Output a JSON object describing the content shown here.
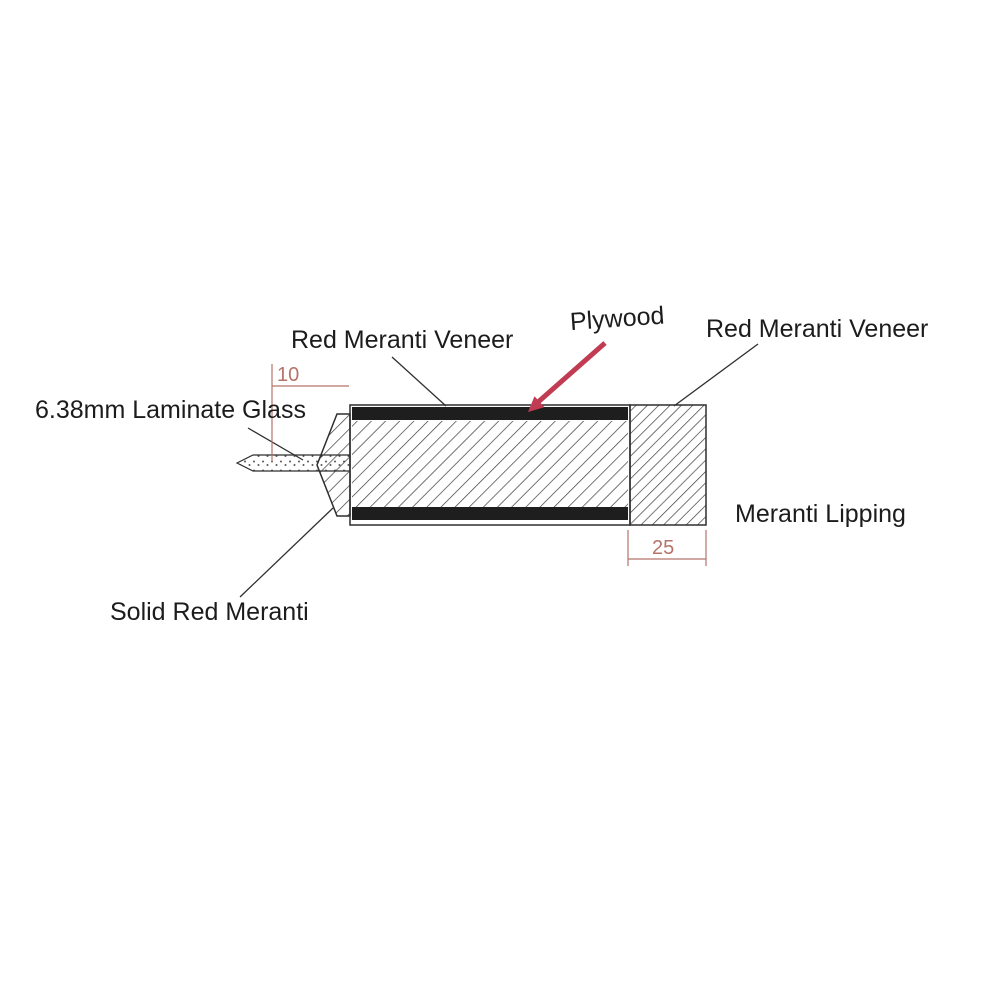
{
  "diagram": {
    "labels": {
      "plywood": "Plywood",
      "veneer_left": "Red Meranti Veneer",
      "veneer_right": "Red Meranti Veneer",
      "laminate_glass": "6.38mm Laminate Glass",
      "solid_meranti": "Solid Red Meranti",
      "lipping": "Meranti Lipping"
    },
    "dimensions": {
      "glass_inset": "10",
      "lipping_width": "25"
    },
    "colors": {
      "line": "#2f2f2f",
      "dimension": "#b5736a",
      "arrow": "#c13b52",
      "veneer": "#1e1e1e"
    }
  }
}
